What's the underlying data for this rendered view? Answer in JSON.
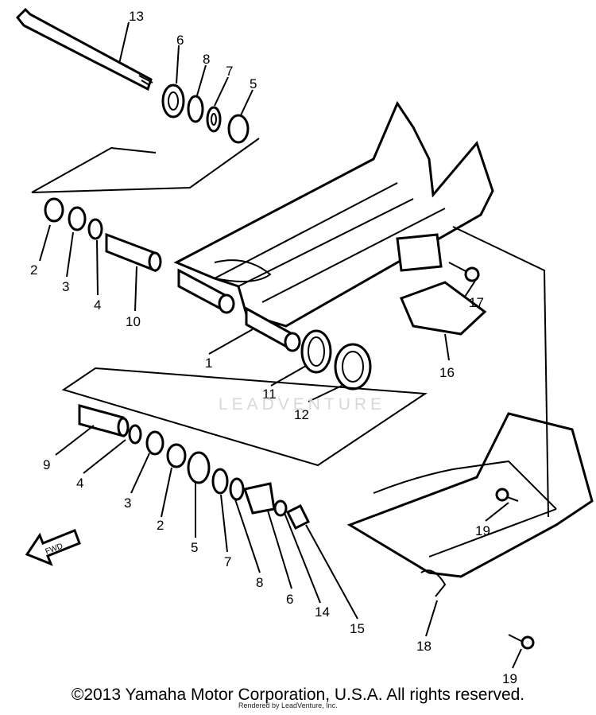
{
  "callouts": [
    "1",
    "2",
    "3",
    "4",
    "5",
    "6",
    "7",
    "8",
    "9",
    "10",
    "11",
    "12",
    "13",
    "14",
    "15",
    "16",
    "17",
    "18",
    "19"
  ],
  "labels": [
    {
      "text": "13"
    },
    {
      "text": "6"
    },
    {
      "text": "8"
    },
    {
      "text": "7"
    },
    {
      "text": "5"
    },
    {
      "text": "2"
    },
    {
      "text": "3"
    },
    {
      "text": "4"
    },
    {
      "text": "10"
    },
    {
      "text": "17"
    },
    {
      "text": "1"
    },
    {
      "text": "16"
    },
    {
      "text": "11"
    },
    {
      "text": "12"
    },
    {
      "text": "9"
    },
    {
      "text": "4"
    },
    {
      "text": "3"
    },
    {
      "text": "2"
    },
    {
      "text": "5"
    },
    {
      "text": "7"
    },
    {
      "text": "8"
    },
    {
      "text": "6"
    },
    {
      "text": "14"
    },
    {
      "text": "15"
    },
    {
      "text": "19"
    },
    {
      "text": "18"
    },
    {
      "text": "19"
    }
  ],
  "fwd_label": "FWD",
  "watermark": "LEADVENTURE",
  "copyright": "©2013 Yamaha Motor Corporation, U.S.A. All rights reserved.",
  "rendered_by": "Rendered by LeadVenture, Inc."
}
